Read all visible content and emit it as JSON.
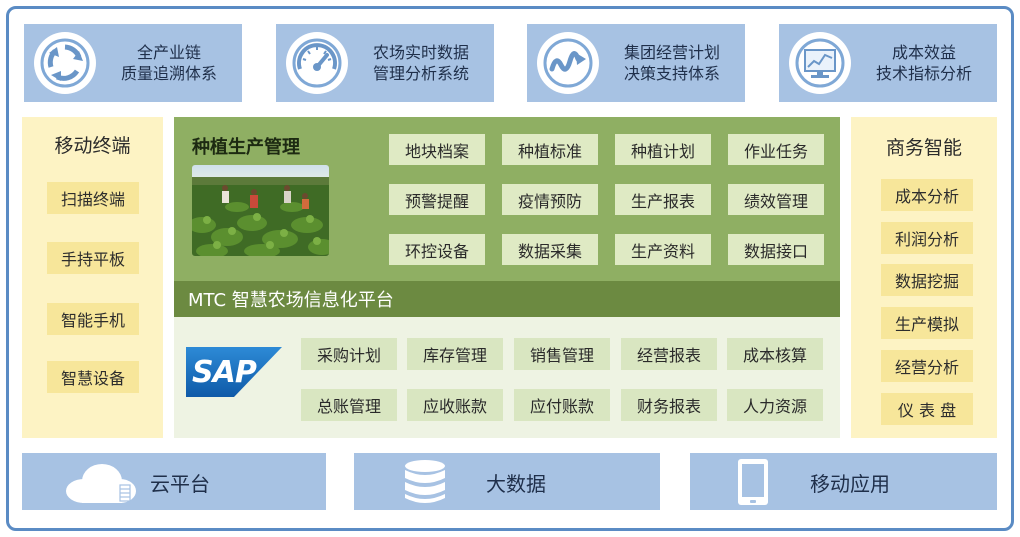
{
  "top_cards": [
    {
      "icon": "cycle-arrows-icon",
      "line1": "全产业链",
      "line2": "质量追溯体系"
    },
    {
      "icon": "speedometer-icon",
      "line1": "农场实时数据",
      "line2": "管理分析系统"
    },
    {
      "icon": "wave-chart-icon",
      "line1": "集团经营计划",
      "line2": "决策支持体系"
    },
    {
      "icon": "monitor-chart-icon",
      "line1": "成本效益",
      "line2": "技术指标分析"
    }
  ],
  "left_panel": {
    "title": "移动终端",
    "items": [
      "扫描终端",
      "手持平板",
      "智能手机",
      "智慧设备"
    ]
  },
  "right_panel": {
    "title": "商务智能",
    "items": [
      "成本分析",
      "利润分析",
      "数据挖掘",
      "生产模拟",
      "经营分析",
      "仪 表 盘"
    ]
  },
  "planting": {
    "title": "种植生产管理",
    "buttons": [
      "地块档案",
      "种植标准",
      "种植计划",
      "作业任务",
      "预警提醒",
      "疫情预防",
      "生产报表",
      "绩效管理",
      "环控设备",
      "数据采集",
      "生产资料",
      "数据接口"
    ]
  },
  "platform_label": "MTC 智慧农场信息化平台",
  "sap": {
    "logo_text": "SAP",
    "buttons": [
      "采购计划",
      "库存管理",
      "销售管理",
      "经营报表",
      "成本核算",
      "总账管理",
      "应收账款",
      "应付账款",
      "财务报表",
      "人力资源"
    ]
  },
  "bottom_cards": [
    {
      "icon": "cloud-icon",
      "label": "云平台"
    },
    {
      "icon": "database-icon",
      "label": "大数据"
    },
    {
      "icon": "tablet-icon",
      "label": "移动应用"
    }
  ],
  "colors": {
    "frame": "#5a8bc4",
    "blue_card": "#a7c2e3",
    "side_panel": "#fdf3c4",
    "side_item": "#f7e69a",
    "green_module": "#8faf63",
    "green_bar": "#6c8a41",
    "sap_blue": "#1a6fc0"
  }
}
